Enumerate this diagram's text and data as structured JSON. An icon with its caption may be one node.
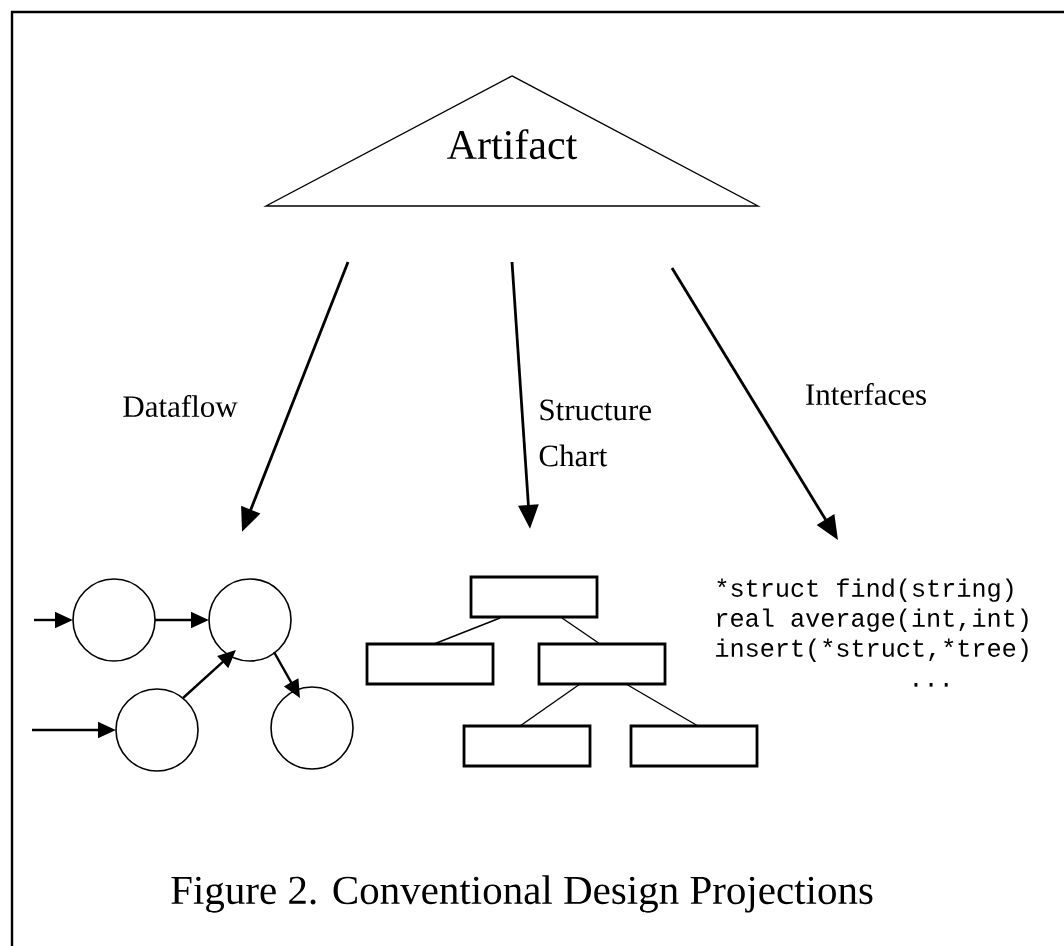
{
  "diagram": {
    "caption": "Figure 2. Conventional Design Projections",
    "nodes": [
      {
        "text": [
          "Artifact"
        ]
      },
      {
        "text": [],
        "shape": "circle"
      },
      {
        "text": [],
        "shape": "circle"
      },
      {
        "text": [],
        "shape": "circle"
      },
      {
        "text": [],
        "shape": "circle"
      },
      {
        "text": [],
        "shape": "box"
      },
      {
        "text": [],
        "shape": "box"
      },
      {
        "text": [],
        "shape": "box"
      },
      {
        "text": [],
        "shape": "box"
      },
      {
        "text": [],
        "shape": "box"
      },
      {
        "text": [
          "*struct find(string)",
          "real average(int,int)",
          "insert(*struct,*tree)",
          "..."
        ]
      }
    ],
    "edges": [
      {
        "from": 0,
        "to": 2,
        "arrow": "to",
        "label": "Dataflow"
      },
      {
        "from": 0,
        "to": 5,
        "arrow": "to",
        "label": "Structure Chart"
      },
      {
        "from": 0,
        "to": 10,
        "arrow": "to",
        "label": "Interfaces"
      },
      {
        "from": null,
        "to": 1,
        "arrow": "to"
      },
      {
        "from": 1,
        "to": 2,
        "arrow": "to"
      },
      {
        "from": null,
        "to": 3,
        "arrow": "to"
      },
      {
        "from": 3,
        "to": 2,
        "arrow": "to"
      },
      {
        "from": 2,
        "to": 4,
        "arrow": "to"
      },
      {
        "from": 5,
        "to": 6,
        "arrow": "none"
      },
      {
        "from": 5,
        "to": 7,
        "arrow": "none"
      },
      {
        "from": 7,
        "to": 8,
        "arrow": "none"
      },
      {
        "from": 7,
        "to": 9,
        "arrow": "none"
      }
    ]
  }
}
